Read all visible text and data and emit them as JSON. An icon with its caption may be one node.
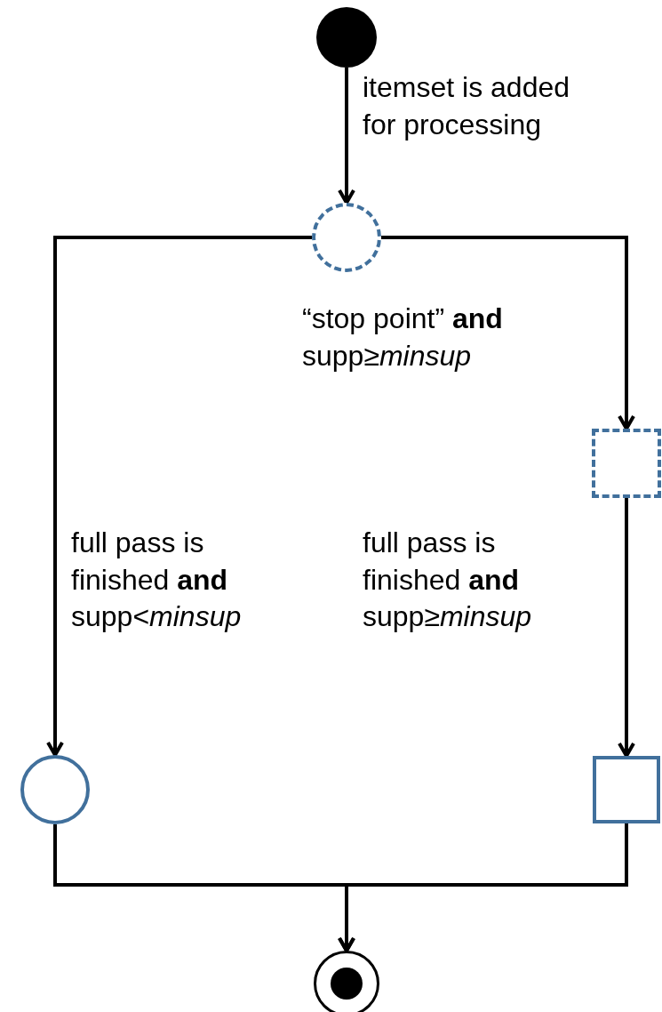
{
  "diagram": {
    "nodes": [
      {
        "text": [],
        "shape": "circle"
      },
      {
        "text": [],
        "shape": "circle"
      },
      {
        "text": [],
        "shape": "box"
      },
      {
        "text": [],
        "shape": "circle"
      },
      {
        "text": [],
        "shape": "box"
      },
      {
        "text": [],
        "shape": "circle"
      }
    ],
    "edges": [
      {
        "from": 0,
        "to": 1,
        "arrow": "to",
        "label": "itemset is added for processing"
      },
      {
        "from": 1,
        "to": 2,
        "arrow": "to",
        "label": "“stop point” **and** supp≥*minsup*"
      },
      {
        "from": 1,
        "to": 3,
        "arrow": "to",
        "label": "full pass is finished **and** supp<*minsup*"
      },
      {
        "from": 2,
        "to": 4,
        "arrow": "to",
        "label": "full pass is finished **and** supp≥*minsup*"
      },
      {
        "from": 3,
        "to": 5,
        "arrow": "to"
      },
      {
        "from": 4,
        "to": 5,
        "arrow": "to"
      }
    ]
  }
}
